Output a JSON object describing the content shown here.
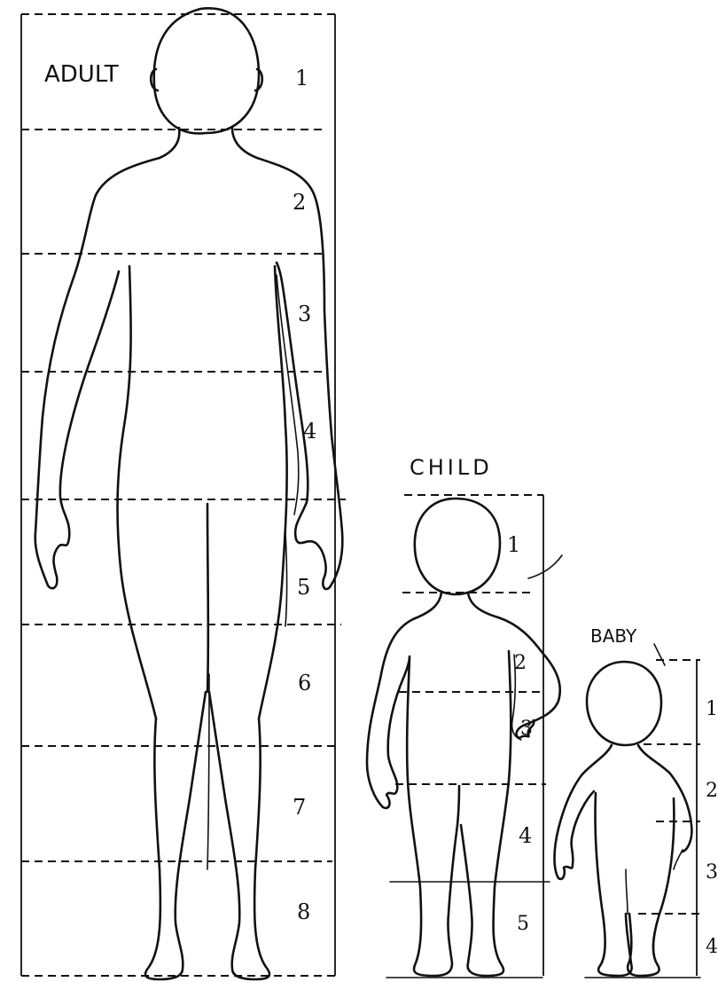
{
  "figures": [
    {
      "id": "adult",
      "label": "ADULT",
      "head_units": [
        "1",
        "2",
        "3",
        "4",
        "5",
        "6",
        "7",
        "8"
      ]
    },
    {
      "id": "child",
      "label": "CHILD",
      "head_units": [
        "1",
        "2",
        "3",
        "4",
        "5"
      ]
    },
    {
      "id": "baby",
      "label": "BABY",
      "head_units": [
        "1",
        "2",
        "3",
        "4"
      ]
    }
  ]
}
